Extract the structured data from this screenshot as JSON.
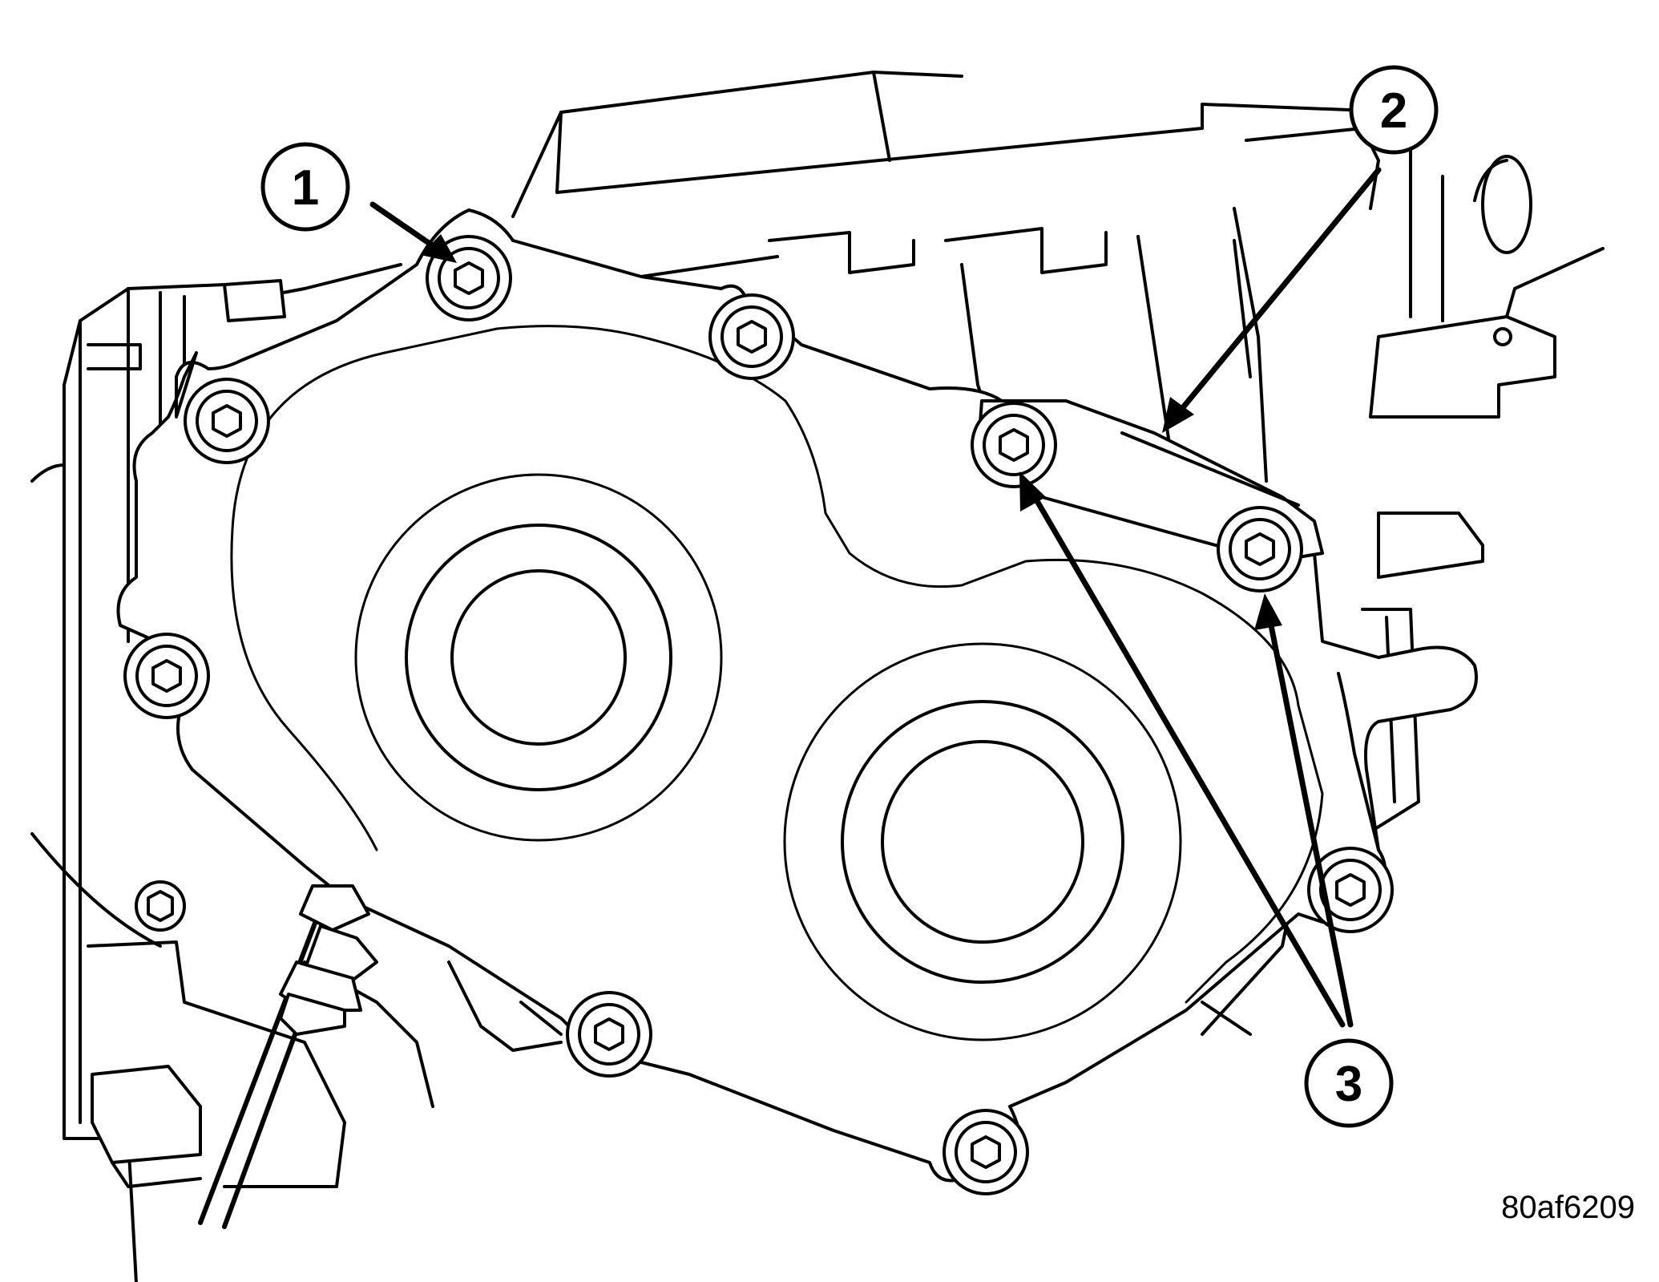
{
  "figure": {
    "callouts": [
      {
        "id": "1",
        "label": "1"
      },
      {
        "id": "2",
        "label": "2"
      },
      {
        "id": "3",
        "label": "3"
      }
    ],
    "figure_code": "80af6209"
  }
}
